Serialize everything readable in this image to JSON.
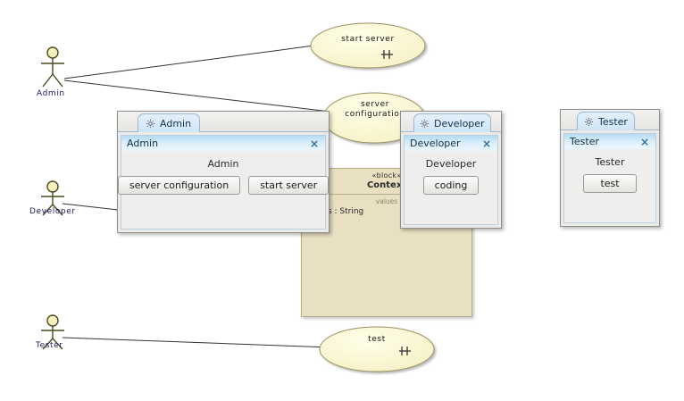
{
  "diagram": {
    "type": "uml-use-case-diagram",
    "actors": [
      {
        "name": "Admin",
        "label": "Admin"
      },
      {
        "name": "Developer",
        "label": "Developer"
      },
      {
        "name": "Tester",
        "label": "Tester"
      }
    ],
    "use_cases": [
      {
        "name": "start-server",
        "label": "start server"
      },
      {
        "name": "server-configuration",
        "label": "server\nconfiguration"
      },
      {
        "name": "coding",
        "label": "coding"
      },
      {
        "name": "test",
        "label": "test"
      }
    ],
    "associations": [
      {
        "from": "Admin",
        "to": "start server"
      },
      {
        "from": "Admin",
        "to": "server configuration"
      },
      {
        "from": "Developer",
        "to": "coding"
      },
      {
        "from": "Tester",
        "to": "test"
      }
    ],
    "block": {
      "stereotype": "«block»",
      "name": "Context",
      "compartment_title": "values",
      "attributes": [
        "status : String"
      ]
    },
    "colors": {
      "use_case_fill": "#fbf8d8",
      "use_case_stroke": "#9a9161",
      "block_fill": "#e8e0c0",
      "block_stroke": "#b9ad84",
      "actor_fill": "#f7f2bd",
      "line": "#333333"
    }
  },
  "windows": [
    {
      "id": "admin",
      "tab_label": "Admin",
      "tab_icon": "gear-icon",
      "title": "Admin",
      "close_label": "×",
      "heading": "Admin",
      "buttons": [
        "server configuration",
        "start server"
      ]
    },
    {
      "id": "developer",
      "tab_label": "Developer",
      "tab_icon": "gear-icon",
      "title": "Developer",
      "close_label": "×",
      "heading": "Developer",
      "buttons": [
        "coding"
      ]
    },
    {
      "id": "tester",
      "tab_label": "Tester",
      "tab_icon": "gear-icon",
      "title": "Tester",
      "close_label": "×",
      "heading": "Tester",
      "buttons": [
        "test"
      ]
    }
  ]
}
